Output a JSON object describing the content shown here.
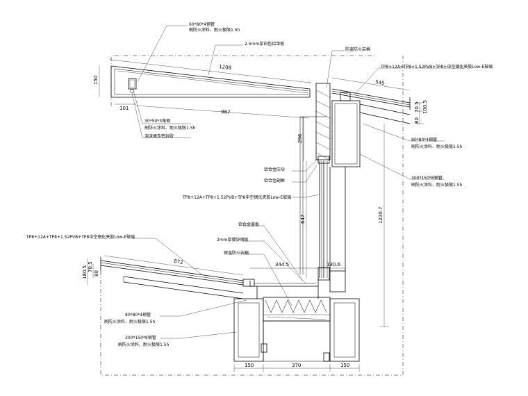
{
  "labels": {
    "top_tube": "60*80*4钢管",
    "top_tube_coating": "刷防火涂料、耐火极限1.5h",
    "roof_panel": "2.5mm厚白色铝单板",
    "firewall": "防盗防火岩棉",
    "glass_top": "TP8+12A+TP8+1.52PVB+TP8+中空钢化夹胶Low-E玻璃",
    "angle": "30*50*3角钢",
    "angle_coating": "刷防火涂料、耐火极限1.5h",
    "foam": "泡沫棒及密封胶",
    "alu_strip": "铝合金压块",
    "alu_frame": "铝合金副框",
    "glass_vertical": "TP8+12A+TP8+1.52PVB+TP8中空钢化夹胶Low-E玻璃",
    "tube_80": "80*80*4钢管",
    "tube_80_coating": "刷防火涂料、耐火极限1.5h",
    "tube_300": "300*150*8钢管",
    "tube_300_coating": "刷防火涂料、耐火极限1.5h",
    "alu_cover": "铝合金盖板",
    "galv_plate": "2mm厚镀锌钢板",
    "insulation": "保温防火岩棉",
    "glass_lower": "TP8+12A+TP8+1.52PVB+TP8中空钢化夹胶Low-E玻璃",
    "tube_80_lower": "80*80*4钢管",
    "tube_80_lower_coating": "刷防火涂料、耐火极限1.5h",
    "tube_300_lower": "300*150*8钢管",
    "tube_300_lower_coating": "刷防火涂料、耐火极限1.5h"
  },
  "dimensions": {
    "d_1208": "1208",
    "d_150": "150",
    "d_101": "101",
    "d_967": "967",
    "d_545": "545",
    "d_70_5a": "70.5",
    "d_100_5": "100.5",
    "d_80": "80",
    "d_296": "296",
    "d_647": "647",
    "d_1230_7": "1230.7",
    "d_344_5": "344.5",
    "d_130_6": "130.6",
    "d_872": "872",
    "d_180_5": "180.5",
    "d_70_5b": "70.5",
    "d_80b": "80",
    "d_150b": "150",
    "d_370": "370",
    "d_150c": "150"
  }
}
